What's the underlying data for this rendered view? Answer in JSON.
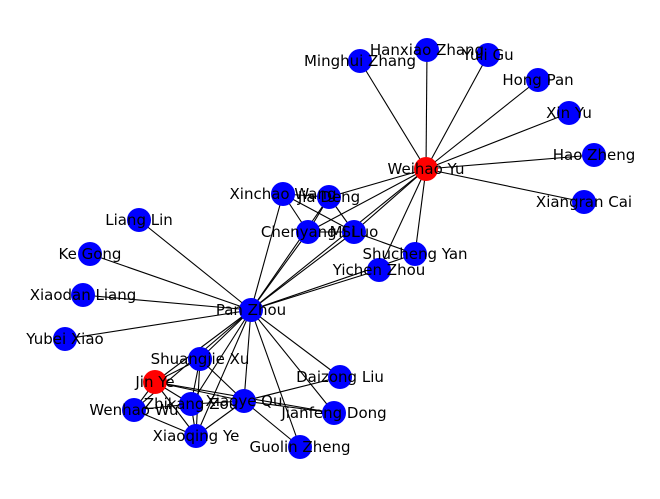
{
  "colors": {
    "hub": "#ff0000",
    "member": "#0000ff",
    "edge": "#000000",
    "label": "#000000"
  },
  "nodes": [
    {
      "id": "weihao_yu",
      "label": "Weihao Yu",
      "type": "hub"
    },
    {
      "id": "jin_ye",
      "label": "Jin Ye",
      "type": "hub"
    },
    {
      "id": "pan_zhou",
      "label": "Pan Zhou",
      "type": "member"
    },
    {
      "id": "hanxiao_zhang",
      "label": "Hanxiao Zhang",
      "type": "member"
    },
    {
      "id": "yuli_gu",
      "label": "Yuli Gu",
      "type": "member"
    },
    {
      "id": "minghui_zhang",
      "label": "Minghui Zhang",
      "type": "member"
    },
    {
      "id": "hong_pan",
      "label": "Hong Pan",
      "type": "member"
    },
    {
      "id": "xin_yu",
      "label": "Xin Yu",
      "type": "member"
    },
    {
      "id": "hao_zheng",
      "label": "Hao Zheng",
      "type": "member"
    },
    {
      "id": "xiangran_cai",
      "label": "Xiangran Cai",
      "type": "member"
    },
    {
      "id": "xinchao_wang",
      "label": "Xinchao Wang",
      "type": "member"
    },
    {
      "id": "jia_deng",
      "label": "Jia Deng",
      "type": "member"
    },
    {
      "id": "chenyang_si",
      "label": "Chenyang Si",
      "type": "member"
    },
    {
      "id": "mi_luo",
      "label": "Mi Luo",
      "type": "member"
    },
    {
      "id": "shucheng_yan",
      "label": "Shucheng Yan",
      "type": "member"
    },
    {
      "id": "yichen_zhou",
      "label": "Yichen Zhou",
      "type": "member"
    },
    {
      "id": "liang_lin",
      "label": "Liang Lin",
      "type": "member"
    },
    {
      "id": "ke_gong",
      "label": "Ke Gong",
      "type": "member"
    },
    {
      "id": "xiaodan_liang",
      "label": "Xiaodan Liang",
      "type": "member"
    },
    {
      "id": "yubei_xiao",
      "label": "Yubei Xiao",
      "type": "member"
    },
    {
      "id": "shuangjie_xu",
      "label": "Shuangjie Xu",
      "type": "member"
    },
    {
      "id": "daizong_liu",
      "label": "Daizong Liu",
      "type": "member"
    },
    {
      "id": "jianfeng_dong",
      "label": "Jianfeng Dong",
      "type": "member"
    },
    {
      "id": "guolin_zheng",
      "label": "Guolin Zheng",
      "type": "member"
    },
    {
      "id": "xiaoye_qu",
      "label": "Xiaoye Qu",
      "type": "member"
    },
    {
      "id": "zhikang_zou",
      "label": "Zhikang Zou",
      "type": "member"
    },
    {
      "id": "wenhao_wu",
      "label": "Wenhao Wu",
      "type": "member"
    },
    {
      "id": "xiaoqing_ye",
      "label": "Xiaoqing Ye",
      "type": "member"
    }
  ],
  "edges": [
    [
      "weihao_yu",
      "hanxiao_zhang"
    ],
    [
      "weihao_yu",
      "yuli_gu"
    ],
    [
      "weihao_yu",
      "minghui_zhang"
    ],
    [
      "weihao_yu",
      "hong_pan"
    ],
    [
      "weihao_yu",
      "xin_yu"
    ],
    [
      "weihao_yu",
      "hao_zheng"
    ],
    [
      "weihao_yu",
      "xiangran_cai"
    ],
    [
      "weihao_yu",
      "jia_deng"
    ],
    [
      "weihao_yu",
      "chenyang_si"
    ],
    [
      "weihao_yu",
      "mi_luo"
    ],
    [
      "weihao_yu",
      "shucheng_yan"
    ],
    [
      "weihao_yu",
      "yichen_zhou"
    ],
    [
      "weihao_yu",
      "pan_zhou"
    ],
    [
      "xinchao_wang",
      "jia_deng"
    ],
    [
      "xinchao_wang",
      "mi_luo"
    ],
    [
      "xinchao_wang",
      "chenyang_si"
    ],
    [
      "xinchao_wang",
      "pan_zhou"
    ],
    [
      "jia_deng",
      "mi_luo"
    ],
    [
      "jia_deng",
      "chenyang_si"
    ],
    [
      "jia_deng",
      "pan_zhou"
    ],
    [
      "chenyang_si",
      "mi_luo"
    ],
    [
      "chenyang_si",
      "pan_zhou"
    ],
    [
      "mi_luo",
      "shucheng_yan"
    ],
    [
      "mi_luo",
      "pan_zhou"
    ],
    [
      "shucheng_yan",
      "pan_zhou"
    ],
    [
      "yichen_zhou",
      "pan_zhou"
    ],
    [
      "pan_zhou",
      "liang_lin"
    ],
    [
      "pan_zhou",
      "ke_gong"
    ],
    [
      "pan_zhou",
      "xiaodan_liang"
    ],
    [
      "pan_zhou",
      "yubei_xiao"
    ],
    [
      "pan_zhou",
      "shuangjie_xu"
    ],
    [
      "pan_zhou",
      "daizong_liu"
    ],
    [
      "pan_zhou",
      "jianfeng_dong"
    ],
    [
      "pan_zhou",
      "guolin_zheng"
    ],
    [
      "pan_zhou",
      "xiaoye_qu"
    ],
    [
      "pan_zhou",
      "zhikang_zou"
    ],
    [
      "pan_zhou",
      "wenhao_wu"
    ],
    [
      "pan_zhou",
      "xiaoqing_ye"
    ],
    [
      "pan_zhou",
      "jin_ye"
    ],
    [
      "jin_ye",
      "shuangjie_xu"
    ],
    [
      "jin_ye",
      "zhikang_zou"
    ],
    [
      "jin_ye",
      "wenhao_wu"
    ],
    [
      "jin_ye",
      "xiaoqing_ye"
    ],
    [
      "jin_ye",
      "xiaoye_qu"
    ],
    [
      "jin_ye",
      "jianfeng_dong"
    ],
    [
      "shuangjie_xu",
      "zhikang_zou"
    ],
    [
      "shuangjie_xu",
      "xiaoqing_ye"
    ],
    [
      "shuangjie_xu",
      "xiaoye_qu"
    ],
    [
      "zhikang_zou",
      "wenhao_wu"
    ],
    [
      "zhikang_zou",
      "xiaoqing_ye"
    ],
    [
      "zhikang_zou",
      "xiaoye_qu"
    ],
    [
      "xiaoye_qu",
      "xiaoqing_ye"
    ],
    [
      "xiaoye_qu",
      "daizong_liu"
    ],
    [
      "xiaoye_qu",
      "guolin_zheng"
    ],
    [
      "xiaoye_qu",
      "jianfeng_dong"
    ],
    [
      "wenhao_wu",
      "xiaoqing_ye"
    ]
  ]
}
